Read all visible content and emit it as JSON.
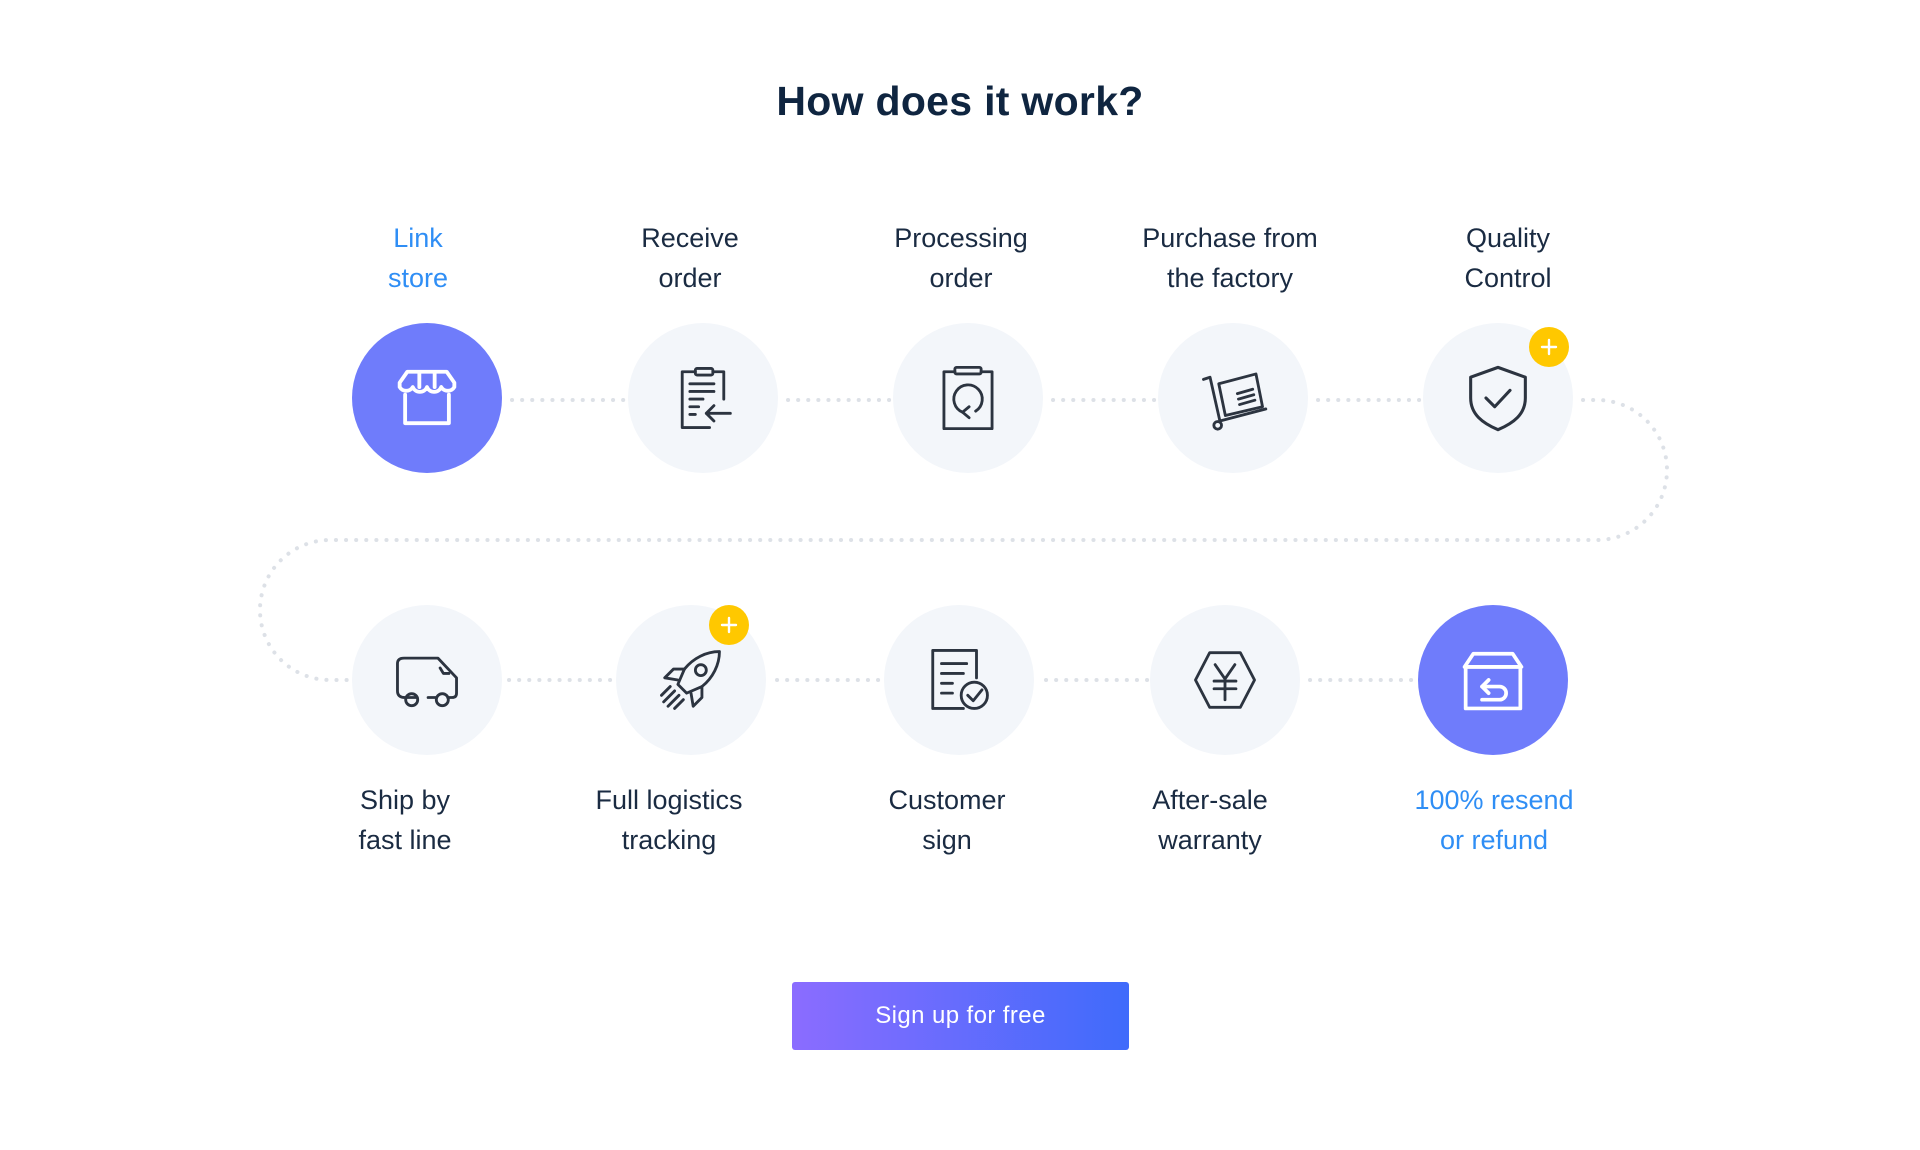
{
  "title": "How does it work?",
  "colors": {
    "active_circle": "#6f7cfb",
    "inactive_circle": "#f3f6fa",
    "highlight_text": "#2f8ef5",
    "badge": "#ffc800",
    "button_gradient_start": "#8b6cff",
    "button_gradient_end": "#3f6bfb"
  },
  "steps": [
    {
      "line1": "Link",
      "line2": "store",
      "icon": "storefront-icon",
      "active": true,
      "highlight": true
    },
    {
      "line1": "Receive",
      "line2": "order",
      "icon": "clipboard-arrow-icon",
      "active": false
    },
    {
      "line1": "Processing",
      "line2": "order",
      "icon": "clipboard-refresh-icon",
      "active": false
    },
    {
      "line1": "Purchase from",
      "line2": "the factory",
      "icon": "hand-truck-icon",
      "active": false
    },
    {
      "line1": "Quality",
      "line2": "Control",
      "icon": "shield-check-icon",
      "active": false,
      "badge": "plus-icon"
    },
    {
      "line1": "Ship by",
      "line2": "fast line",
      "icon": "delivery-truck-icon",
      "active": false
    },
    {
      "line1": "Full logistics",
      "line2": "tracking",
      "icon": "rocket-icon",
      "active": false,
      "badge": "plus-icon"
    },
    {
      "line1": "Customer",
      "line2": "sign",
      "icon": "document-check-icon",
      "active": false
    },
    {
      "line1": "After-sale",
      "line2": "warranty",
      "icon": "yen-hexagon-icon",
      "active": false
    },
    {
      "line1": "100% resend",
      "line2": "or refund",
      "icon": "return-box-icon",
      "active": true,
      "highlight": true
    }
  ],
  "cta": {
    "label": "Sign up for free"
  }
}
